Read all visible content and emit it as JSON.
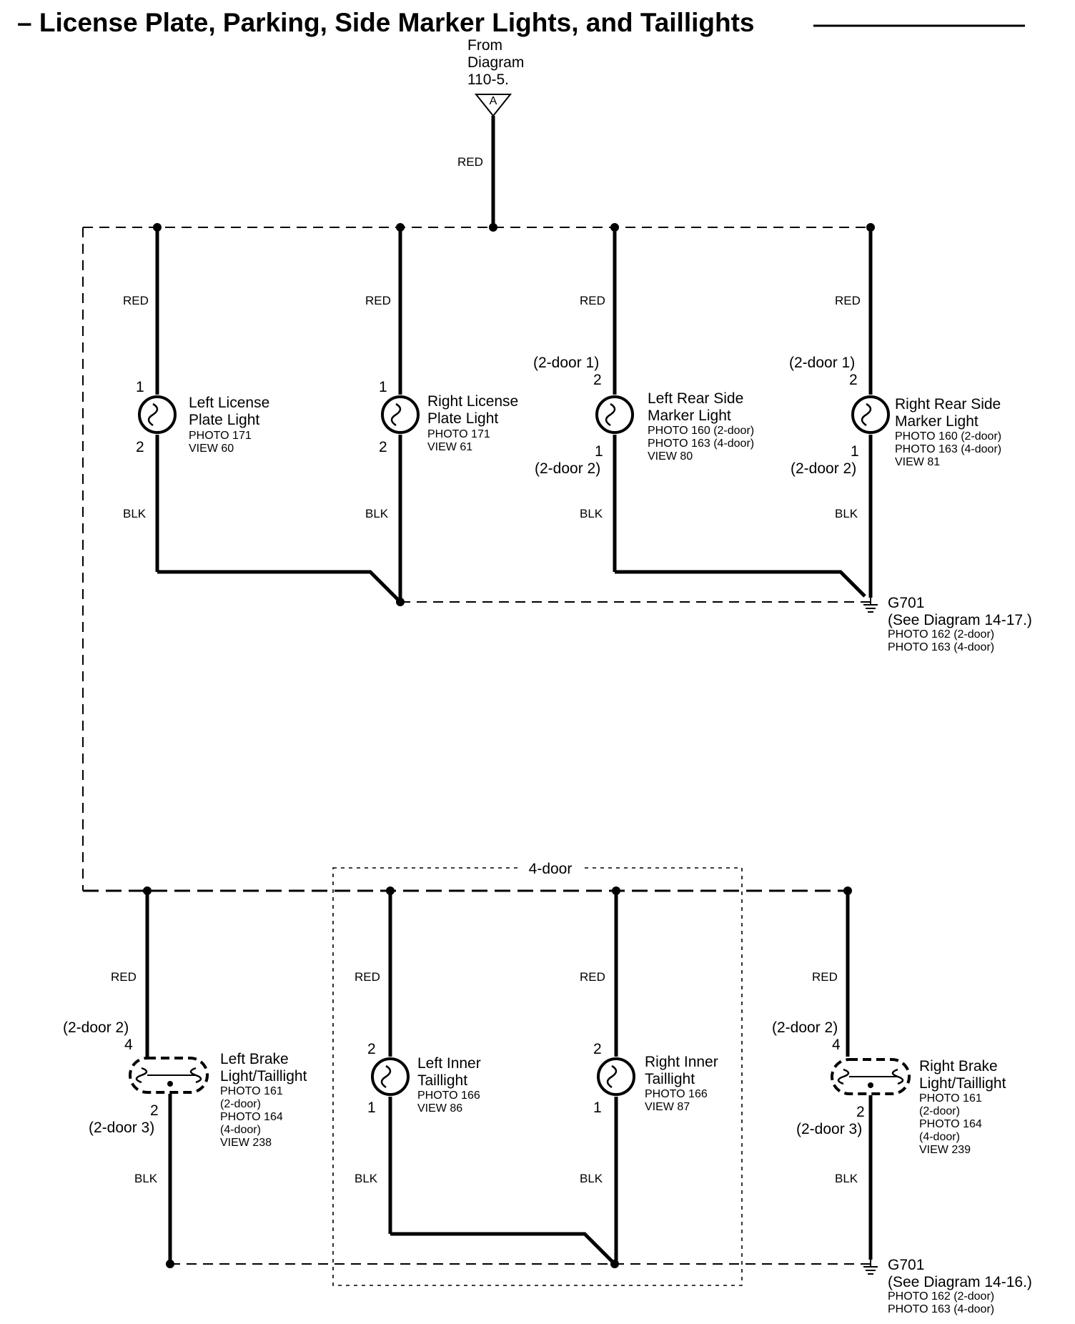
{
  "title": "– License Plate, Parking, Side Marker Lights, and Taillights",
  "source": {
    "line1": "From",
    "line2": "Diagram",
    "line3": "110-5.",
    "connector_label": "A",
    "wire_color": "RED"
  },
  "wire_colors": {
    "red": "RED",
    "black": "BLK"
  },
  "top_components": [
    {
      "name": "Left License",
      "name2": "Plate Light",
      "info1": "PHOTO 171",
      "info2": "VIEW 60",
      "info3": "",
      "pin_top": "1",
      "pin_bottom": "2",
      "note_top": "",
      "note_bottom": ""
    },
    {
      "name": "Right License",
      "name2": "Plate Light",
      "info1": "PHOTO 171",
      "info2": "VIEW 61",
      "info3": "",
      "pin_top": "1",
      "pin_bottom": "2",
      "note_top": "",
      "note_bottom": ""
    },
    {
      "name": "Left Rear Side",
      "name2": "Marker Light",
      "info1": "PHOTO 160 (2-door)",
      "info2": "PHOTO 163 (4-door)",
      "info3": "VIEW 80",
      "pin_top": "2",
      "pin_bottom": "1",
      "note_top": "(2-door 1)",
      "note_bottom": "(2-door 2)"
    },
    {
      "name": "Right Rear Side",
      "name2": "Marker Light",
      "info1": "PHOTO 160 (2-door)",
      "info2": "PHOTO 163 (4-door)",
      "info3": "VIEW 81",
      "pin_top": "2",
      "pin_bottom": "1",
      "note_top": "(2-door 1)",
      "note_bottom": "(2-door 2)"
    }
  ],
  "ground_top": {
    "name": "G701",
    "ref": "(See Diagram 14-17.)",
    "info1": "PHOTO 162 (2-door)",
    "info2": "PHOTO 163 (4-door)"
  },
  "four_door_label": "4-door",
  "bottom_components": [
    {
      "name": "Left Brake",
      "name2": "Light/Taillight",
      "info1": "PHOTO 161",
      "info2": "(2-door)",
      "info3": "PHOTO 164",
      "info4": "(4-door)",
      "info5": "VIEW 238",
      "pin_top": "4",
      "pin_bottom": "2",
      "note_top": "(2-door 2)",
      "note_bottom": "(2-door 3)"
    },
    {
      "name": "Left Inner",
      "name2": "Taillight",
      "info1": "PHOTO 166",
      "info2": "VIEW 86",
      "pin_top": "2",
      "pin_bottom": "1"
    },
    {
      "name": "Right Inner",
      "name2": "Taillight",
      "info1": "PHOTO 166",
      "info2": "VIEW 87",
      "pin_top": "2",
      "pin_bottom": "1"
    },
    {
      "name": "Right Brake",
      "name2": "Light/Taillight",
      "info1": "PHOTO 161",
      "info2": "(2-door)",
      "info3": "PHOTO 164",
      "info4": "(4-door)",
      "info5": "VIEW 239",
      "pin_top": "4",
      "pin_bottom": "2",
      "note_top": "(2-door 2)",
      "note_bottom": "(2-door 3)"
    }
  ],
  "ground_bottom": {
    "name": "G701",
    "ref": "(See Diagram 14-16.)",
    "info1": "PHOTO 162 (2-door)",
    "info2": "PHOTO 163 (4-door)"
  }
}
